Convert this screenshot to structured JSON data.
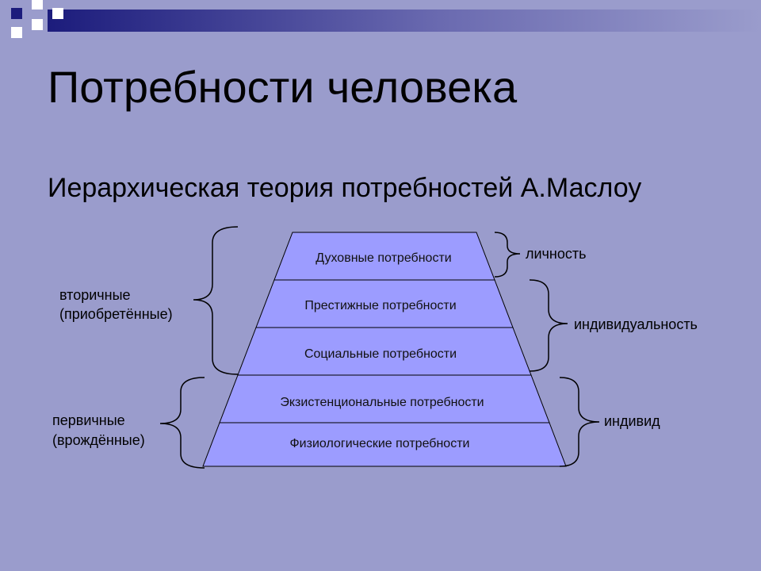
{
  "title": "Потребности человека",
  "subtitle": "Иерархическая теория потребностей А.Маслоу",
  "pyramid": {
    "levels": [
      {
        "label": "Духовные потребности"
      },
      {
        "label": "Престижные потребности"
      },
      {
        "label": "Социальные потребности"
      },
      {
        "label": "Экзистенциональные потребности"
      },
      {
        "label": "Физиологические потребности"
      }
    ]
  },
  "left_groups": {
    "secondary": {
      "line1": "вторичные",
      "line2": "(приобретённые)"
    },
    "primary": {
      "line1": "первичные",
      "line2": "(врождённые)"
    }
  },
  "right_groups": {
    "personality": "личность",
    "individuality": "индивидуальность",
    "individual": "индивид"
  },
  "colors": {
    "background": "#9a9ccc",
    "pyramid_fill": "#9c9cff",
    "bracket": "#000000",
    "deco_dark": "#1c1c7c"
  }
}
